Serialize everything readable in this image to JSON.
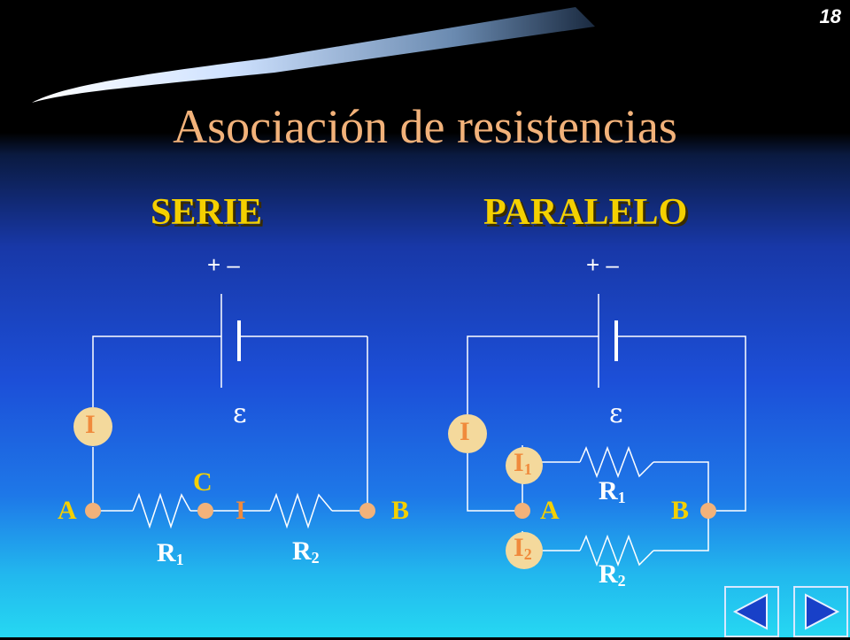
{
  "page_number": "18",
  "title": "Asociación de resistencias",
  "series": {
    "heading": "SERIE",
    "battery_polarity": "+ –",
    "emf_symbol": "ε",
    "current": "I",
    "node_c": "C",
    "node_a": "A",
    "node_b": "B",
    "r1": "R",
    "r1_sub": "1",
    "r2": "R",
    "r2_sub": "2"
  },
  "parallel": {
    "heading": "PARALELO",
    "battery_polarity": "+ –",
    "emf_symbol": "ε",
    "current": "I",
    "i1": "I",
    "i1_sub": "1",
    "i2": "I",
    "i2_sub": "2",
    "node_a": "A",
    "node_b": "B",
    "r1": "R",
    "r1_sub": "1",
    "r2": "R",
    "r2_sub": "2"
  },
  "colors": {
    "title": "#f2b27a",
    "heading": "#f4d000",
    "wire": "#ffffff",
    "node": "#f2b27a",
    "current_label": "#f08a3c"
  },
  "nav": {
    "prev_icon": "triangle-left-icon",
    "next_icon": "triangle-right-icon"
  }
}
